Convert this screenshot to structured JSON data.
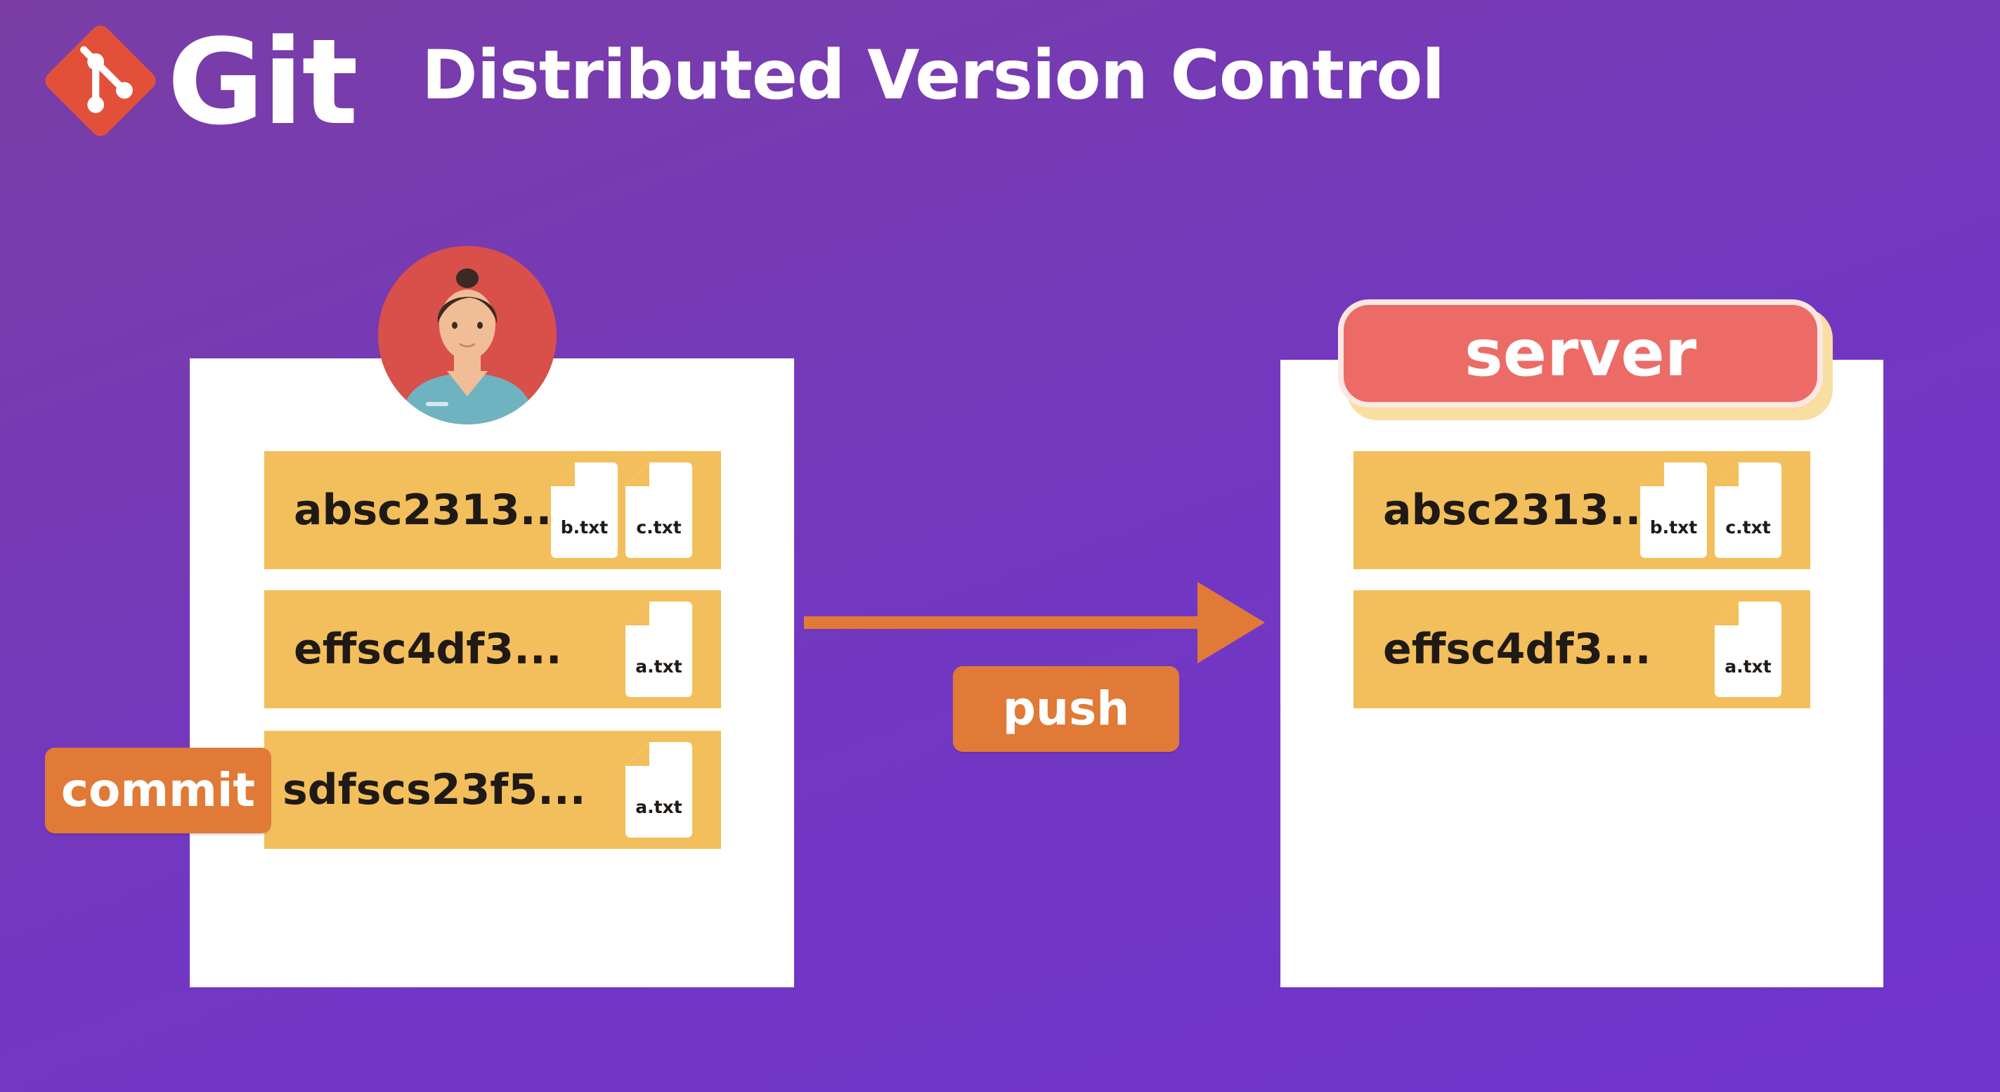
{
  "header": {
    "logo_text": "Git",
    "title": "Distributed Version Control",
    "logo_icon": "git-logo-icon"
  },
  "colors": {
    "background_start": "#7a3ea6",
    "background_end": "#6f34cc",
    "commit_row": "#f3bf5c",
    "action_tag": "#e07a36",
    "server_badge": "#ec6b66",
    "git_logo": "#e3503a"
  },
  "local_repo": {
    "avatar_icon": "developer-avatar-icon",
    "commits": [
      {
        "hash": "absc2313...",
        "files": [
          "b.txt",
          "c.txt"
        ]
      },
      {
        "hash": "effsc4df3...",
        "files": [
          "a.txt"
        ]
      },
      {
        "hash": "sdfscs23f5...",
        "files": [
          "a.txt"
        ]
      }
    ]
  },
  "actions": {
    "commit_label": "commit",
    "push_label": "push"
  },
  "server_repo": {
    "badge_label": "server",
    "commits": [
      {
        "hash": "absc2313...",
        "files": [
          "b.txt",
          "c.txt"
        ]
      },
      {
        "hash": "effsc4df3...",
        "files": [
          "a.txt"
        ]
      }
    ]
  }
}
